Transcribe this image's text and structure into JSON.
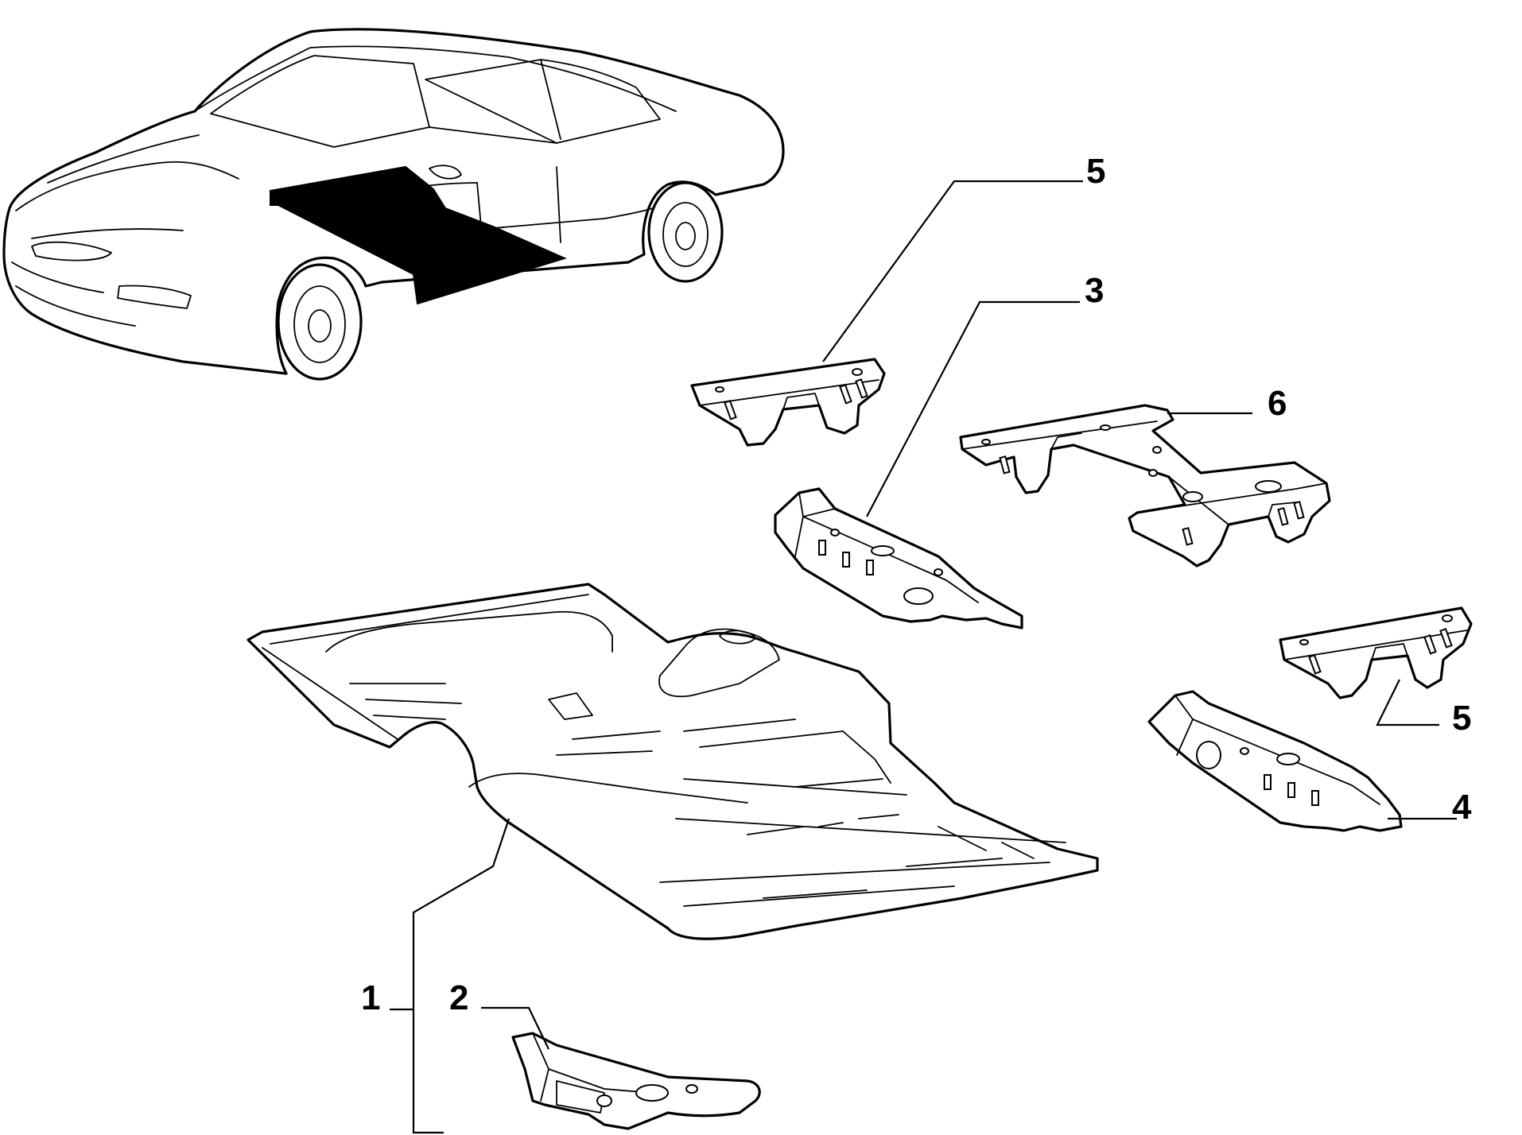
{
  "diagram": {
    "callouts": [
      {
        "id": "1",
        "label": "1"
      },
      {
        "id": "2",
        "label": "2"
      },
      {
        "id": "3",
        "label": "3"
      },
      {
        "id": "4",
        "label": "4"
      },
      {
        "id": "5a",
        "label": "5"
      },
      {
        "id": "5b",
        "label": "5"
      },
      {
        "id": "6",
        "label": "6"
      }
    ],
    "colors": {
      "line": "#000000",
      "background": "#ffffff",
      "highlight": "#000000"
    }
  }
}
